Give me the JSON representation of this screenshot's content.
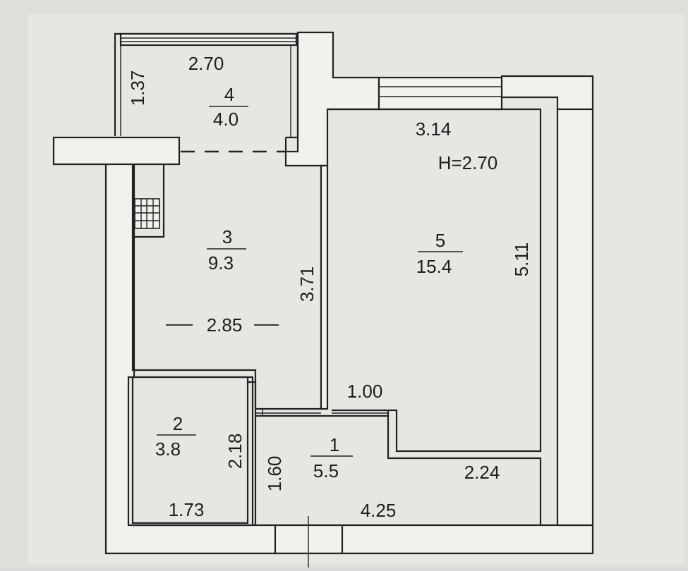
{
  "plan": {
    "ceiling_height": "H=2.70",
    "rooms": [
      {
        "number": "1",
        "area": "5.5"
      },
      {
        "number": "2",
        "area": "3.8"
      },
      {
        "number": "3",
        "area": "9.3"
      },
      {
        "number": "4",
        "area": "4.0"
      },
      {
        "number": "5",
        "area": "15.4"
      }
    ],
    "dimensions": {
      "balcony_width": "2.70",
      "balcony_depth": "1.37",
      "room5_width": "3.14",
      "room5_length": "5.11",
      "room3_length": "3.71",
      "room3_width": "2.85",
      "opening_width": "1.00",
      "room2_height": "2.18",
      "room2_width": "1.73",
      "hall_depth": "1.60",
      "hall_length": "4.25",
      "hall_stub": "2.24"
    }
  }
}
